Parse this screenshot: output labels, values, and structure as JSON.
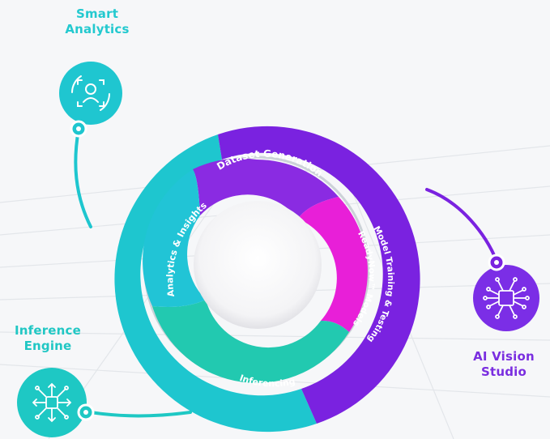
{
  "callouts": {
    "smart_analytics": {
      "line1": "Smart",
      "line2": "Analytics",
      "icon": "face-scan-icon",
      "color": "#1fc6d0"
    },
    "inference_engine": {
      "line1": "Inference",
      "line2": "Engine",
      "icon": "network-hub-icon",
      "color": "#1ec8c4"
    },
    "ai_vision_studio": {
      "line1": "AI Vision",
      "line2": "Studio",
      "icon": "circuit-chip-icon",
      "color": "#7b2ee6"
    }
  },
  "segments": {
    "dataset_generation": {
      "label": "Dataset Generation",
      "color": "#8a2be2"
    },
    "model_training": {
      "line1": "Model Training & Testing",
      "line2": "ReadyNow™ Models",
      "color": "#e81fd8"
    },
    "inferencing": {
      "label": "Inferencing",
      "color": "#22c9b0"
    },
    "analytics_insights": {
      "label": "Analytics & Insights",
      "color": "#21c4d6"
    }
  },
  "outer_ring": {
    "teal_color": "#1ec6cf",
    "purple_color": "#7a22e0"
  }
}
